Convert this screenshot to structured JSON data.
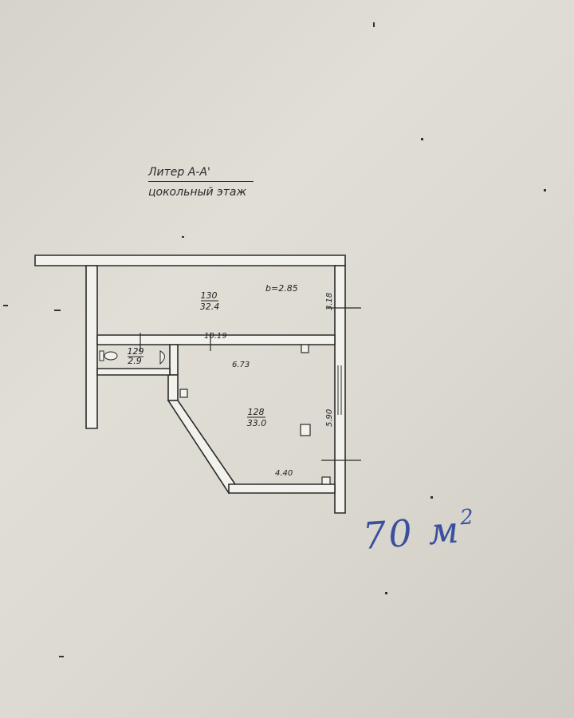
{
  "title": {
    "liter": "Литер А-А'",
    "floor": "цокольный этаж"
  },
  "rooms": [
    {
      "number": "130",
      "area": "32.4"
    },
    {
      "number": "129",
      "area": "2.9"
    },
    {
      "number": "128",
      "area": "33.0"
    }
  ],
  "dimensions": {
    "height": "b=2.85",
    "room130_depth": "3.18",
    "room130_width": "10.19",
    "room128_top": "6.73",
    "room128_side": "5.90",
    "room128_bottom": "4.40"
  },
  "handwritten": {
    "total_area_value": "70",
    "total_area_unit": "м",
    "total_area_exp": "2"
  },
  "colors": {
    "ink": "#2b2b2b",
    "wall_fill": "#f2f1ec",
    "pen": "#3a4fa0"
  }
}
